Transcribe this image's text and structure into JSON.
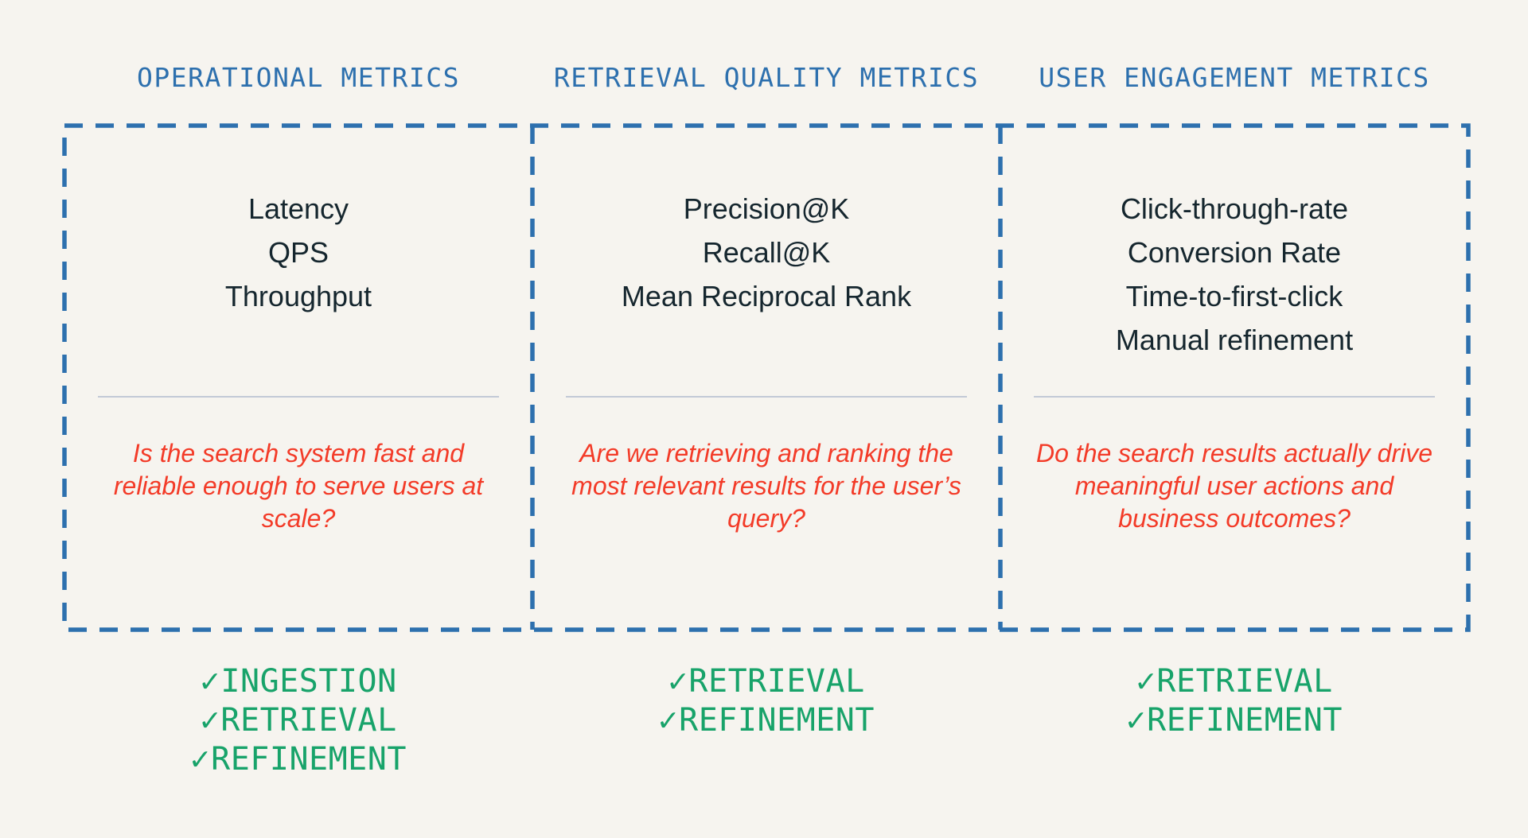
{
  "glyphs": {
    "check": "✓"
  },
  "colors": {
    "background": "#f6f4ef",
    "header_blue": "#2d70ae",
    "border_blue": "#2d70ae",
    "metric_dark": "#15262e",
    "question_red": "#f33b28",
    "stage_green": "#18a36a",
    "divider_gray": "#c2c9d6"
  },
  "columns": [
    {
      "header": "OPERATIONAL METRICS",
      "metrics": [
        "Latency",
        "QPS",
        "Throughput"
      ],
      "question": "Is the search system fast and reliable enough to serve users at scale?",
      "stages": [
        "INGESTION",
        "RETRIEVAL",
        "REFINEMENT"
      ]
    },
    {
      "header": "RETRIEVAL QUALITY METRICS",
      "metrics": [
        "Precision@K",
        "Recall@K",
        "Mean Reciprocal Rank"
      ],
      "question": "Are we retrieving and ranking the most relevant results for the user’s query?",
      "stages": [
        "RETRIEVAL",
        "REFINEMENT"
      ]
    },
    {
      "header": "USER ENGAGEMENT METRICS",
      "metrics": [
        "Click-through-rate",
        "Conversion Rate",
        "Time-to-first-click",
        "Manual refinement"
      ],
      "question": "Do the search results actually drive meaningful user actions and business outcomes?",
      "stages": [
        "RETRIEVAL",
        "REFINEMENT"
      ]
    }
  ]
}
